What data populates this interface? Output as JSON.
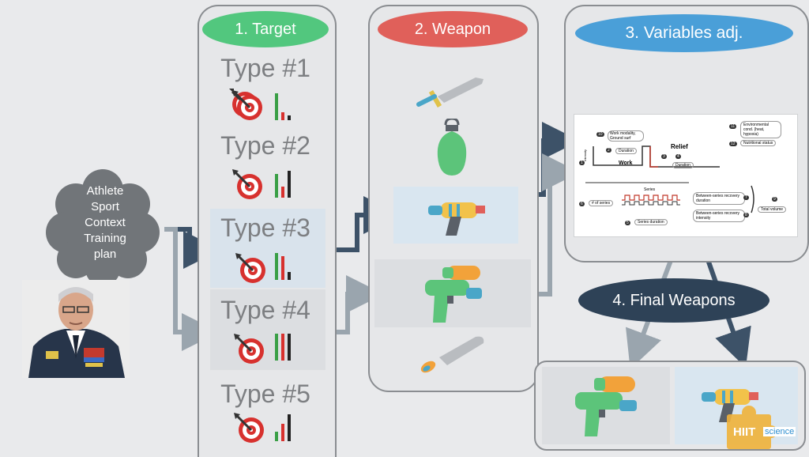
{
  "profile": {
    "text": "Athlete\nSport\nContext\nTraining\nplan"
  },
  "columns": {
    "target": {
      "title": "1. Target",
      "types": [
        "Type #1",
        "Type #2",
        "Type #3",
        "Type #4",
        "Type #5"
      ]
    },
    "weapon": {
      "title": "2. Weapon"
    },
    "variables": {
      "title": "3. Variables adj."
    },
    "final": {
      "title": "4. Final Weapons"
    }
  },
  "variables_diagram": {
    "work_modality": "Work modality, Ground surf",
    "duration": "Duration",
    "work": "Work",
    "relief": "Relief",
    "relief_duration": "Duration",
    "intensity": "Intensity",
    "environmental": "Environmental cond. (heat, hypoxia)",
    "nutritional": "Nutritional status",
    "series": "Series",
    "num_series": "# of series",
    "series_duration": "Series duration",
    "between_duration": "Between-series recovery duration",
    "between_intensity": "Between-series recovery intensity",
    "total_volume": "Total volume",
    "num_work_modality": "10",
    "num_duration": "2",
    "num_intensity": "1",
    "num_relief_intensity": "3",
    "num_relief_duration": "4",
    "num_env": "11",
    "num_nutr": "12",
    "num_series_count": "6",
    "num_series_dur": "5",
    "num_between_dur": "7",
    "num_between_int": "8",
    "num_total": "9"
  },
  "branding": {
    "logo_hiit": "HIIT",
    "logo_science": "science"
  },
  "colors": {
    "green": "#52c77e",
    "red": "#e0605a",
    "blue": "#4a9fd8",
    "navy": "#2e4257",
    "arrow_dark": "#3d5268",
    "arrow_light": "#9aa5ae"
  }
}
